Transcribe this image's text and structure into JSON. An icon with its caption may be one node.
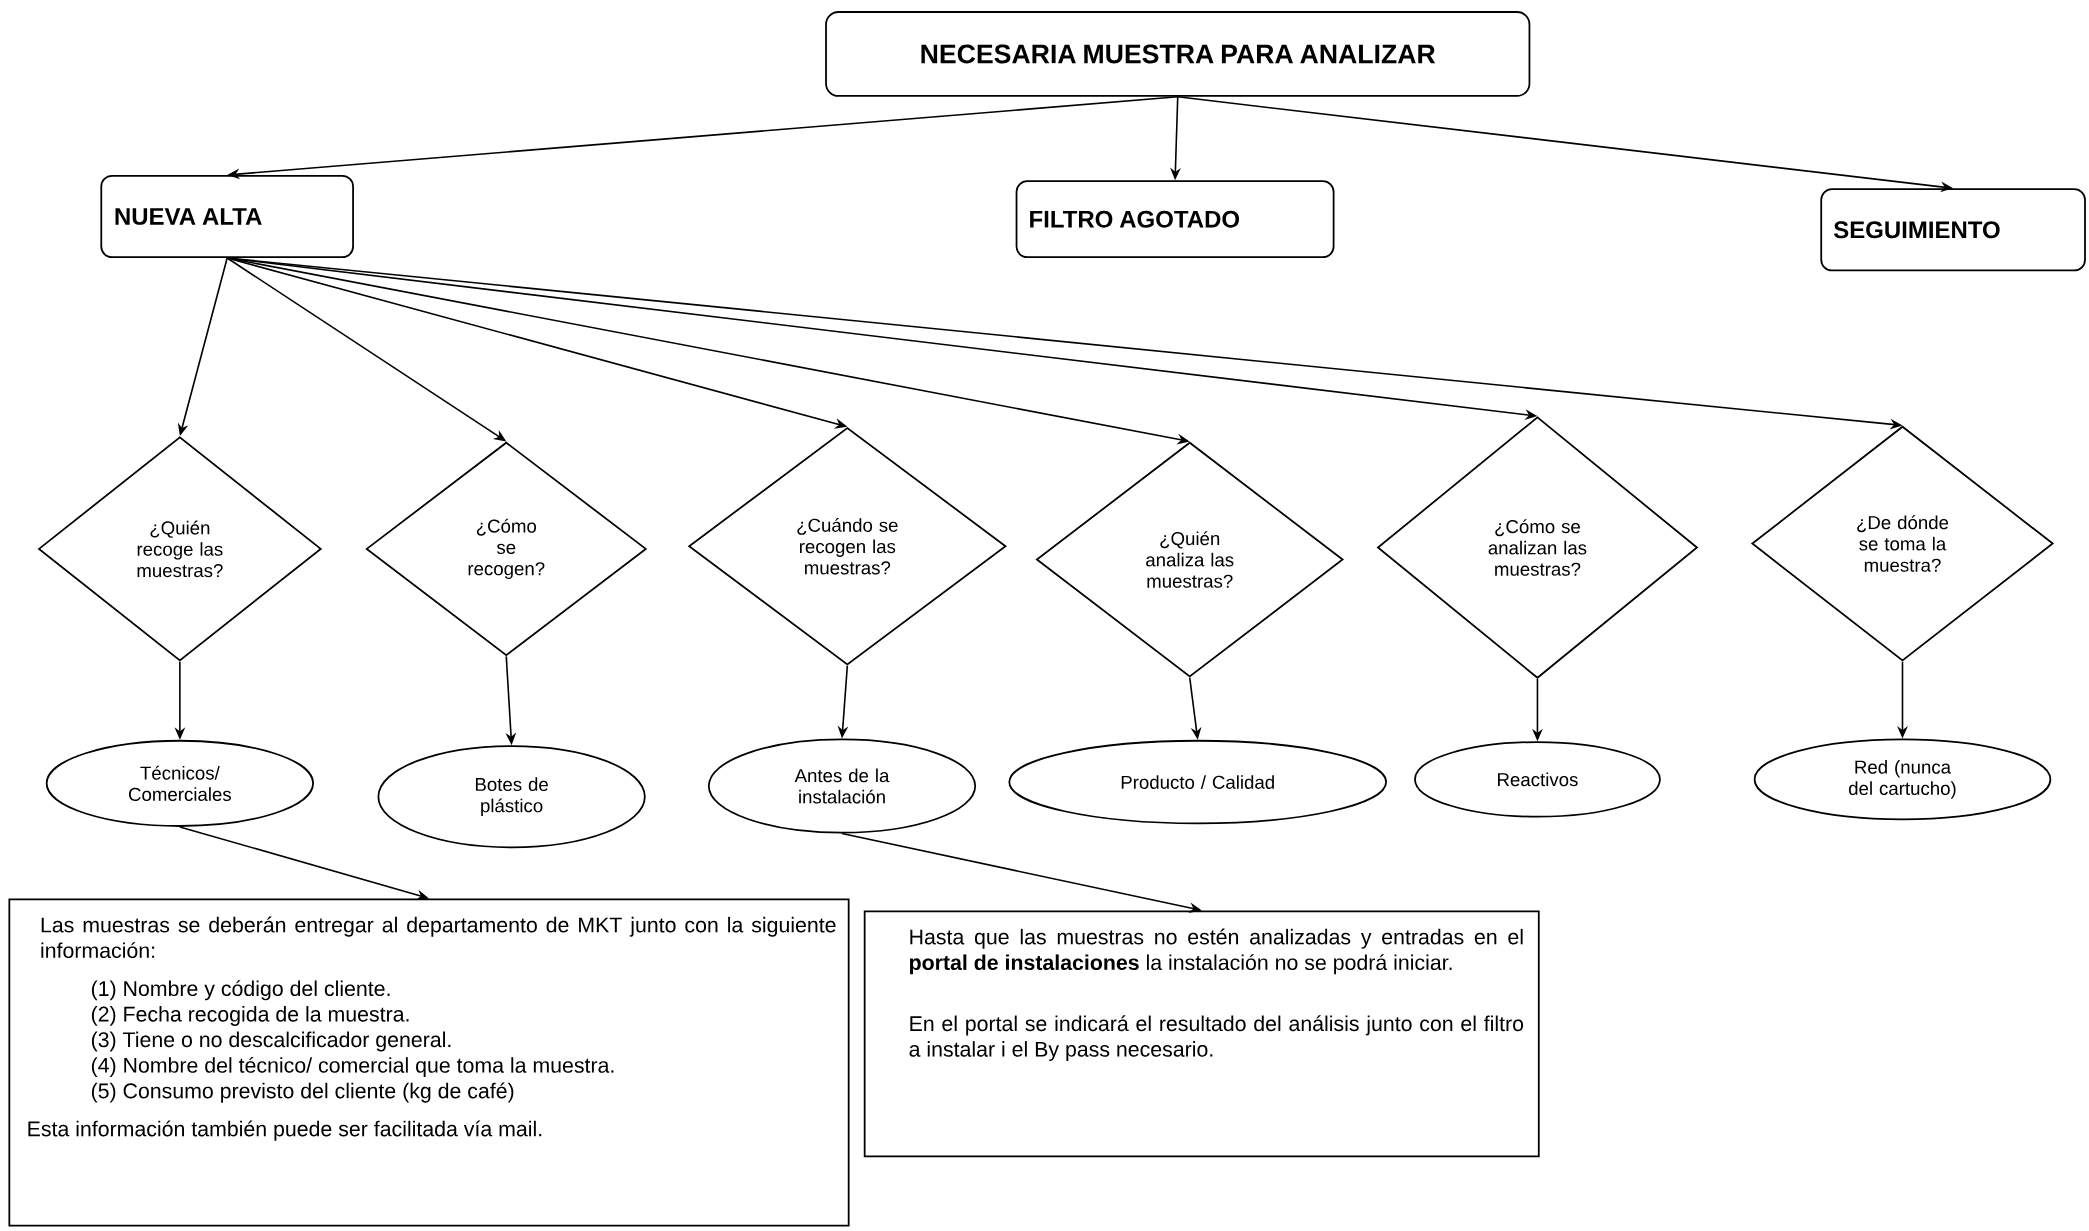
{
  "diagram": {
    "nodes": [
      {
        "text": [
          "NECESARIA MUESTRA PARA ANALIZAR"
        ]
      },
      {
        "text": [
          "NUEVA ALTA"
        ]
      },
      {
        "text": [
          "FILTRO AGOTADO"
        ]
      },
      {
        "text": [
          "SEGUIMIENTO"
        ]
      },
      {
        "text": [
          "¿Quién recoge las muestras?"
        ]
      },
      {
        "text": [
          "¿Cómo se recogen?"
        ]
      },
      {
        "text": [
          "¿Cuándo se recogen las muestras?"
        ]
      },
      {
        "text": [
          "¿Quién analiza las muestras?"
        ]
      },
      {
        "text": [
          "¿Cómo se analizan las muestras?"
        ]
      },
      {
        "text": [
          "¿De dónde se toma la muestra?"
        ]
      },
      {
        "text": [
          "Técnicos/ Comerciales"
        ]
      },
      {
        "text": [
          "Botes de plástico"
        ]
      },
      {
        "text": [
          "Antes de la instalación"
        ]
      },
      {
        "text": [
          "Producto / Calidad"
        ]
      },
      {
        "text": [
          "Reactivos"
        ]
      },
      {
        "text": [
          "Red (nunca del cartucho)"
        ]
      },
      {
        "text": [
          "Las muestras se deberán entregar al departamento de MKT junto con la siguiente información:",
          "(1) Nombre y código del cliente.",
          "(2) Fecha recogida de la muestra.",
          "(3) Tiene o no descalcificador general.",
          "(4) Nombre del técnico/ comercial que toma la muestra.",
          "(5) Consumo previsto del cliente (kg de café)",
          "Esta información también puede ser facilitada vía mail."
        ]
      },
      {
        "text": [
          "Hasta que las muestras no estén analizadas y entradas en el **portal de instalaciones** la instalación no se podrá iniciar.",
          "En el portal se indicará el resultado del análisis junto con el filtro a instalar i el By pass necesario."
        ]
      }
    ],
    "edges": [
      {
        "from": 0,
        "to": 1,
        "arrow": "to"
      },
      {
        "from": 0,
        "to": 2,
        "arrow": "to"
      },
      {
        "from": 0,
        "to": 3,
        "arrow": "to"
      },
      {
        "from": 1,
        "to": 4,
        "arrow": "to"
      },
      {
        "from": 1,
        "to": 5,
        "arrow": "to"
      },
      {
        "from": 1,
        "to": 6,
        "arrow": "to"
      },
      {
        "from": 1,
        "to": 7,
        "arrow": "to"
      },
      {
        "from": 1,
        "to": 8,
        "arrow": "to"
      },
      {
        "from": 1,
        "to": 9,
        "arrow": "to"
      },
      {
        "from": 4,
        "to": 10,
        "arrow": "to"
      },
      {
        "from": 5,
        "to": 11,
        "arrow": "to"
      },
      {
        "from": 6,
        "to": 12,
        "arrow": "to"
      },
      {
        "from": 7,
        "to": 13,
        "arrow": "to"
      },
      {
        "from": 8,
        "to": 14,
        "arrow": "to"
      },
      {
        "from": 9,
        "to": 15,
        "arrow": "to"
      },
      {
        "from": 10,
        "to": 16,
        "arrow": "to"
      },
      {
        "from": 12,
        "to": 17,
        "arrow": "to"
      }
    ]
  }
}
